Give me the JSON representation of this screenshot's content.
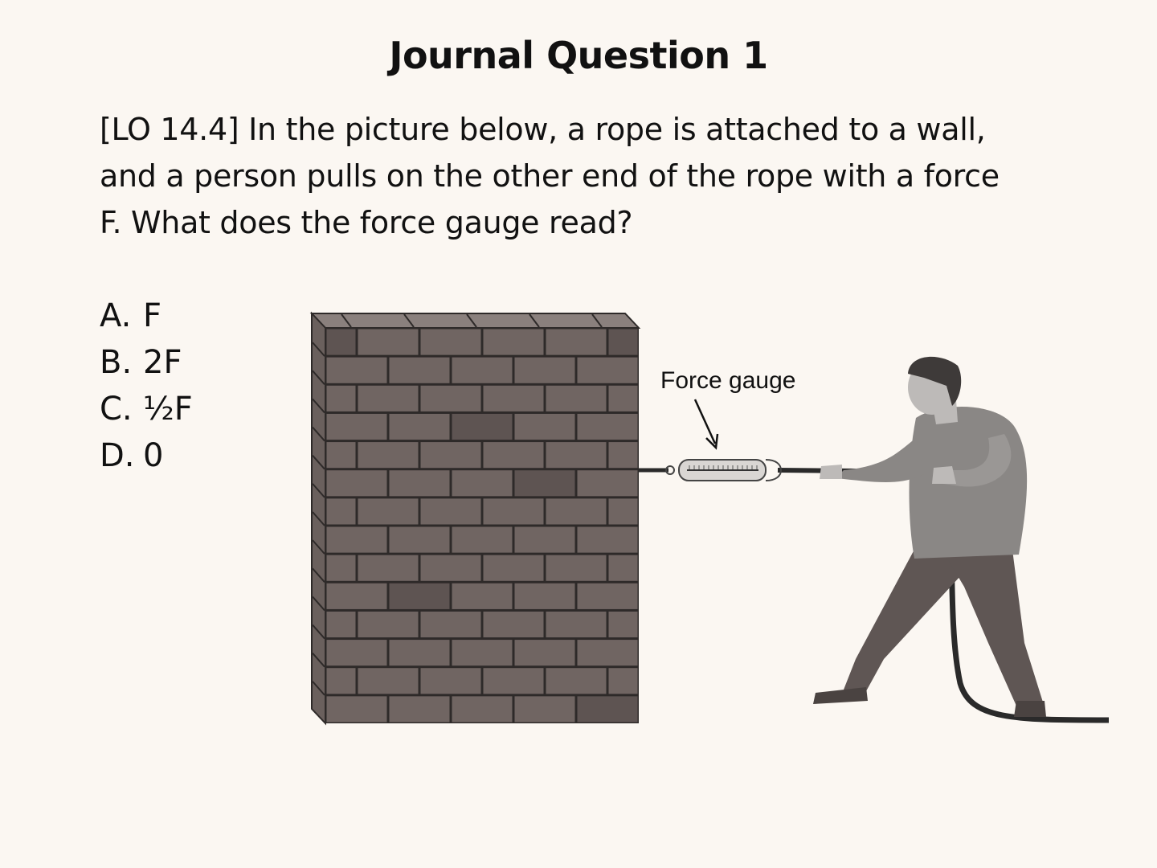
{
  "slide": {
    "title": "Journal Question 1",
    "question": "[LO 14.4] In the picture below, a rope is attached to a wall, and a person pulls on the other end of the rope with a force F. What does the force gauge read?"
  },
  "choices": [
    {
      "letter": "A.",
      "text": "F"
    },
    {
      "letter": "B.",
      "text": "2F"
    },
    {
      "letter": "C.",
      "text": "½F"
    },
    {
      "letter": "D.",
      "text": "0"
    }
  ],
  "diagram": {
    "gauge_label": "Force gauge",
    "colors": {
      "brick": "#706562",
      "brick_dark": "#5e5452",
      "mortar": "#2e2a29",
      "shirt": "#8a8785",
      "pants": "#5f5654",
      "skin": "#bdbab8",
      "hair": "#3e3a39"
    }
  }
}
